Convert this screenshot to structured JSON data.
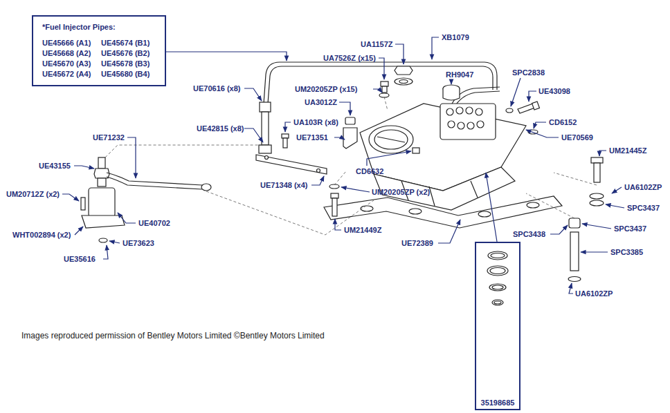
{
  "diagram": {
    "nodes": [
      {
        "text": [
          "*Fuel Injector Pipes:",
          "UE45666 (A1)",
          "UE45674 (B1)",
          "UE45668 (A2)",
          "UE45676 (B2)",
          "UE45670 (A3)",
          "UE45678 (B3)",
          "UE45672 (A4)",
          "UE45680 (B4)"
        ]
      },
      {
        "text": [
          "35198685"
        ]
      }
    ],
    "labels": [
      "UE70616 (x8)",
      "UM20205ZP (x15)",
      "UA7526Z (x15)",
      "UA1157Z",
      "XB1079",
      "RH9047",
      "SPC2838",
      "UE43098",
      "UA3012Z",
      "UA103R (x8)",
      "UE71351",
      "UE42815 (x8)",
      "CD6152",
      "UE70569",
      "UM21445Z",
      "UA6102ZP",
      "SPC3437",
      "SPC3437",
      "SPC3438",
      "SPC3385",
      "UA6102ZP",
      "CD6632",
      "UM20205ZP (x2)",
      "UM21449Z",
      "UE72389",
      "UE71348 (x4)",
      "UE71232",
      "UE43155",
      "UM20712Z (x2)",
      "UE40702",
      "WHT002894 (x2)",
      "UE73623",
      "UE35616",
      "Images reproduced permission of Bentley Motors Limited ©Bentley Motors Limited"
    ]
  }
}
